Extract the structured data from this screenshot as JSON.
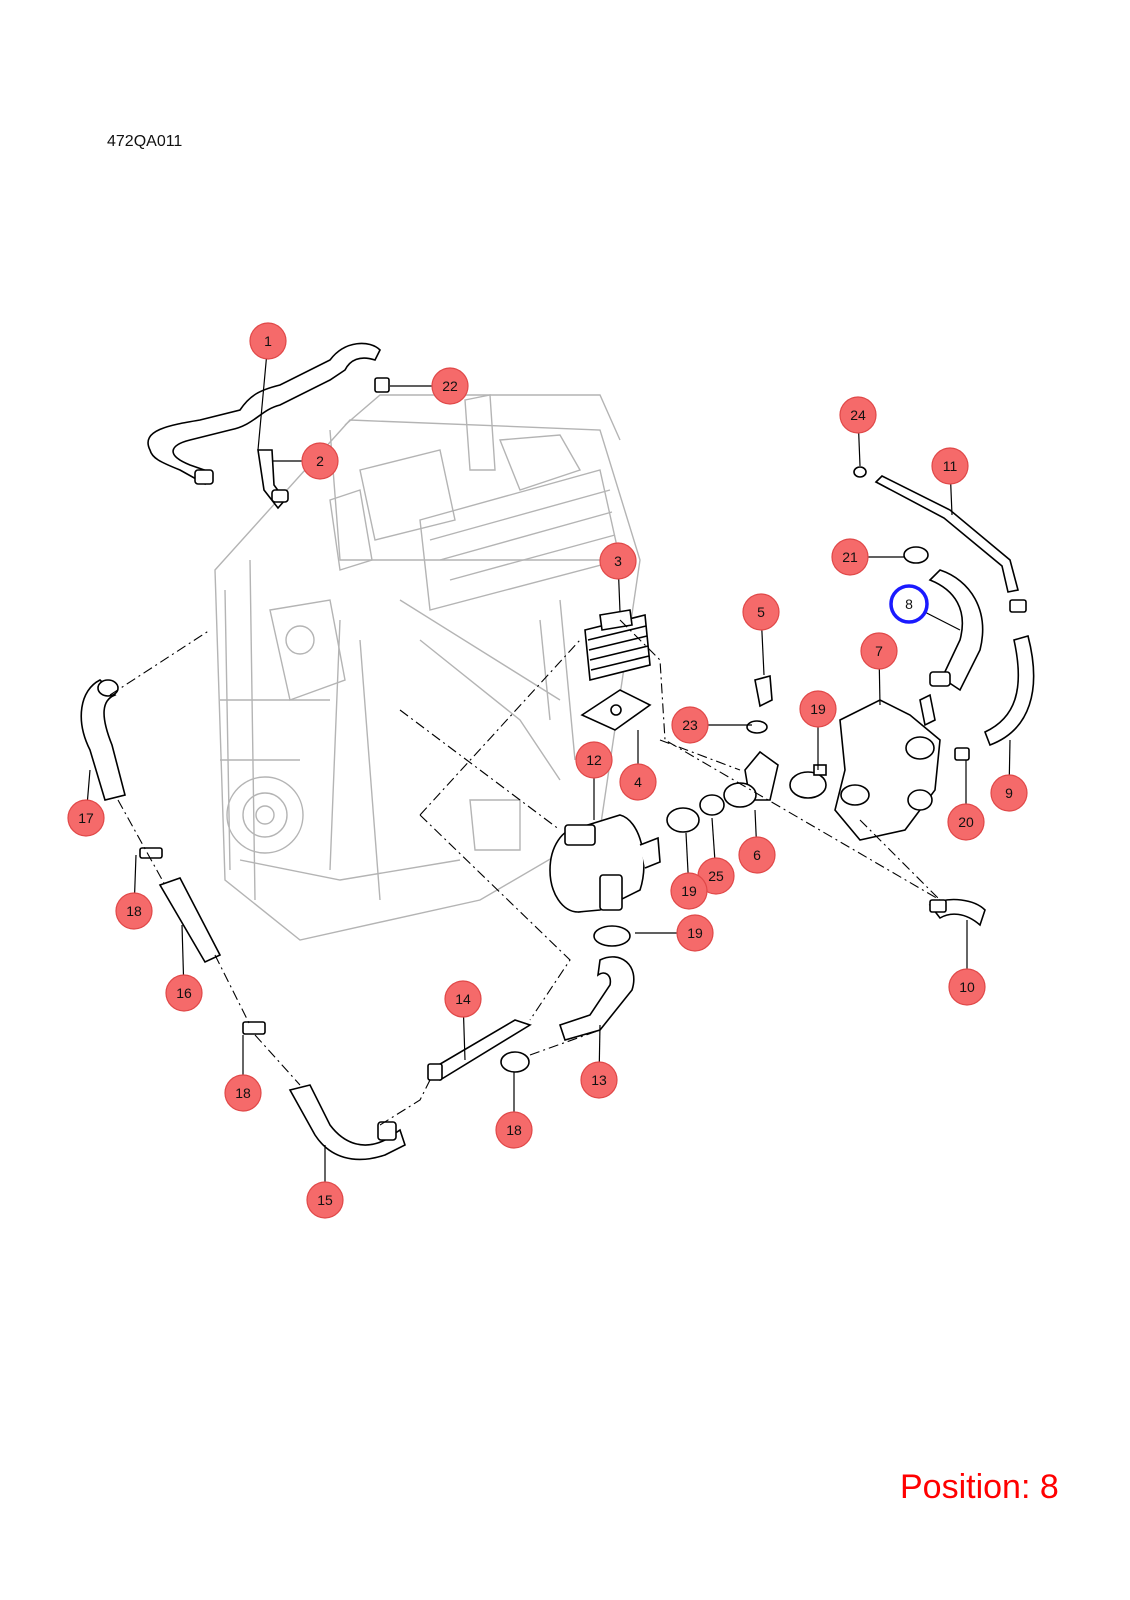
{
  "diagram_code": "472QA011",
  "position_text": "Position: 8",
  "colors": {
    "callout_fill": "#f56a6a",
    "callout_stroke": "#e04848",
    "highlight_stroke": "#1a1aff",
    "position_text": "#ff0000"
  },
  "callouts": [
    {
      "label": "1"
    },
    {
      "label": "22"
    },
    {
      "label": "2"
    },
    {
      "label": "24"
    },
    {
      "label": "11"
    },
    {
      "label": "21"
    },
    {
      "label": "3"
    },
    {
      "label": "8",
      "highlighted": true
    },
    {
      "label": "5"
    },
    {
      "label": "7"
    },
    {
      "label": "23"
    },
    {
      "label": "19"
    },
    {
      "label": "12"
    },
    {
      "label": "4"
    },
    {
      "label": "9"
    },
    {
      "label": "17"
    },
    {
      "label": "20"
    },
    {
      "label": "6"
    },
    {
      "label": "25"
    },
    {
      "label": "19"
    },
    {
      "label": "18"
    },
    {
      "label": "19"
    },
    {
      "label": "10"
    },
    {
      "label": "16"
    },
    {
      "label": "14"
    },
    {
      "label": "13"
    },
    {
      "label": "18"
    },
    {
      "label": "18"
    },
    {
      "label": "15"
    }
  ]
}
